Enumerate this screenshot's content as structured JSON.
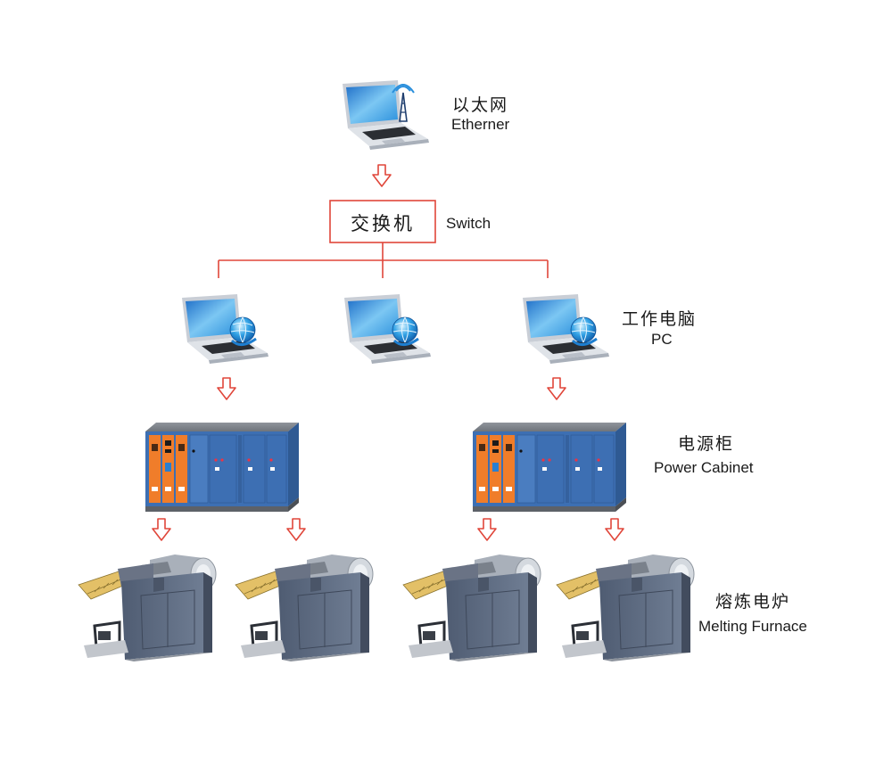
{
  "colors": {
    "line": "#e0463a",
    "cabinet_blue": "#3d6fb3",
    "cabinet_orange": "#f07d2a",
    "furnace_gray": "#5d6b82",
    "screen_blue": "#2f8fdc"
  },
  "levels": {
    "ethernet": {
      "cn": "以太网",
      "en": "Etherner",
      "icon": "laptop-antenna-icon"
    },
    "switch": {
      "cn": "交换机",
      "en": "Switch"
    },
    "pc": {
      "cn": "工作电脑",
      "en": "PC",
      "icon": "laptop-globe-icon",
      "count": 3
    },
    "power_cabinet": {
      "cn": "电源柜",
      "en": "Power Cabinet",
      "icon": "power-cabinet-icon",
      "count": 2
    },
    "melting_furnace": {
      "cn": "熔炼电炉",
      "en": "Melting Furnace",
      "icon": "induction-furnace-icon",
      "count": 4
    }
  }
}
